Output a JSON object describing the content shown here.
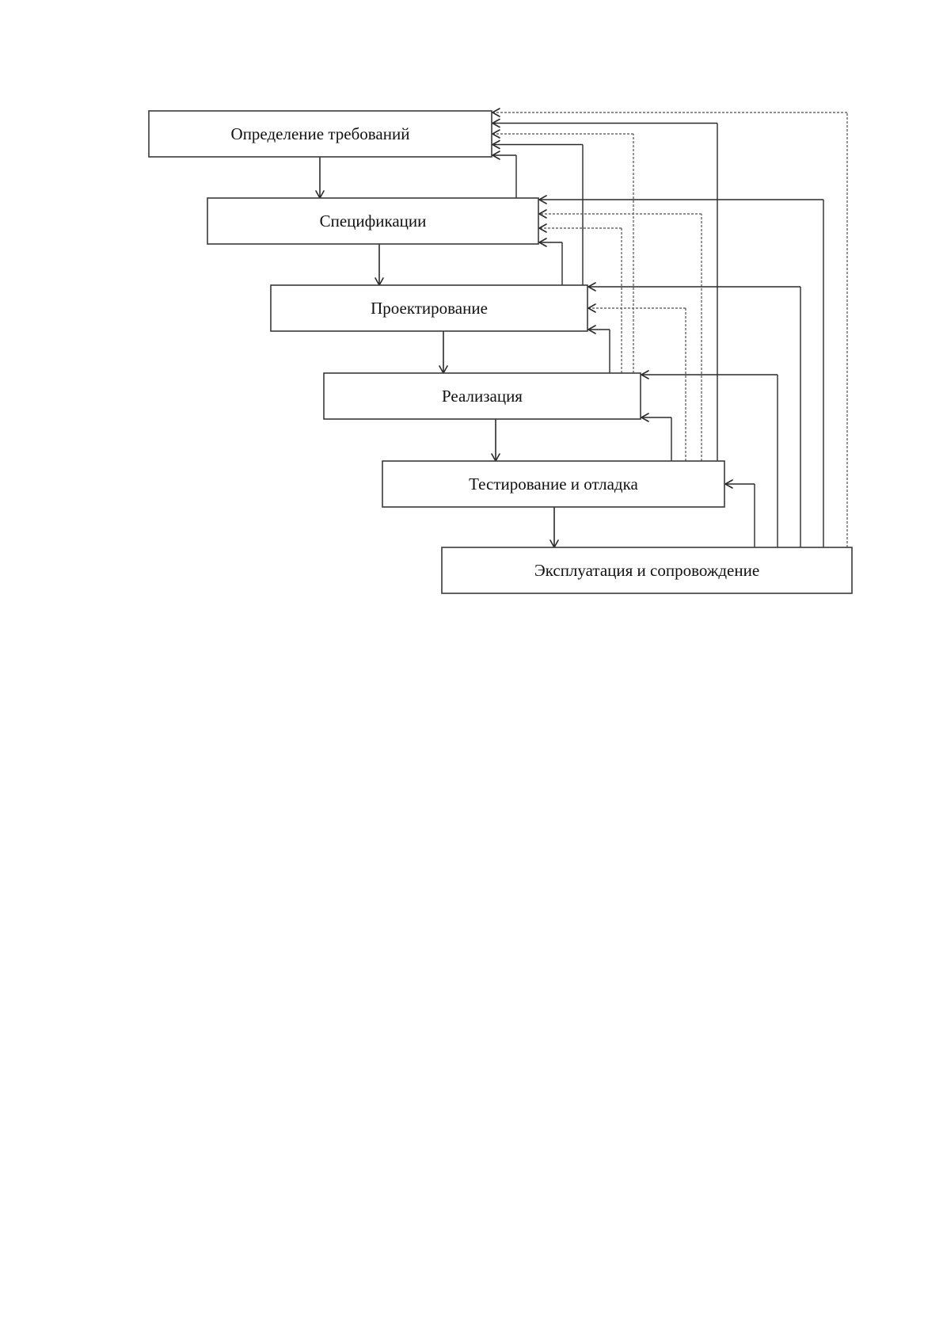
{
  "diagram": {
    "stages": [
      {
        "id": "requirements",
        "label": "Определение требований"
      },
      {
        "id": "specifications",
        "label": "Спецификации"
      },
      {
        "id": "design",
        "label": "Проектирование"
      },
      {
        "id": "implementation",
        "label": "Реализация"
      },
      {
        "id": "testing",
        "label": "Тестирование и отладка"
      },
      {
        "id": "maintenance",
        "label": "Эксплуатация и сопровождение"
      }
    ],
    "forward_edges": [
      {
        "from": "requirements",
        "to": "specifications"
      },
      {
        "from": "specifications",
        "to": "design"
      },
      {
        "from": "design",
        "to": "implementation"
      },
      {
        "from": "implementation",
        "to": "testing"
      },
      {
        "from": "testing",
        "to": "maintenance"
      }
    ],
    "feedback_edges": [
      {
        "from": "specifications",
        "to": "requirements"
      },
      {
        "from": "design",
        "to": "requirements"
      },
      {
        "from": "implementation",
        "to": "requirements"
      },
      {
        "from": "testing",
        "to": "requirements"
      },
      {
        "from": "maintenance",
        "to": "requirements"
      },
      {
        "from": "design",
        "to": "specifications"
      },
      {
        "from": "implementation",
        "to": "specifications"
      },
      {
        "from": "testing",
        "to": "specifications"
      },
      {
        "from": "maintenance",
        "to": "specifications"
      },
      {
        "from": "implementation",
        "to": "design"
      },
      {
        "from": "testing",
        "to": "design"
      },
      {
        "from": "maintenance",
        "to": "design"
      },
      {
        "from": "testing",
        "to": "implementation"
      },
      {
        "from": "maintenance",
        "to": "implementation"
      },
      {
        "from": "maintenance",
        "to": "testing"
      }
    ]
  }
}
